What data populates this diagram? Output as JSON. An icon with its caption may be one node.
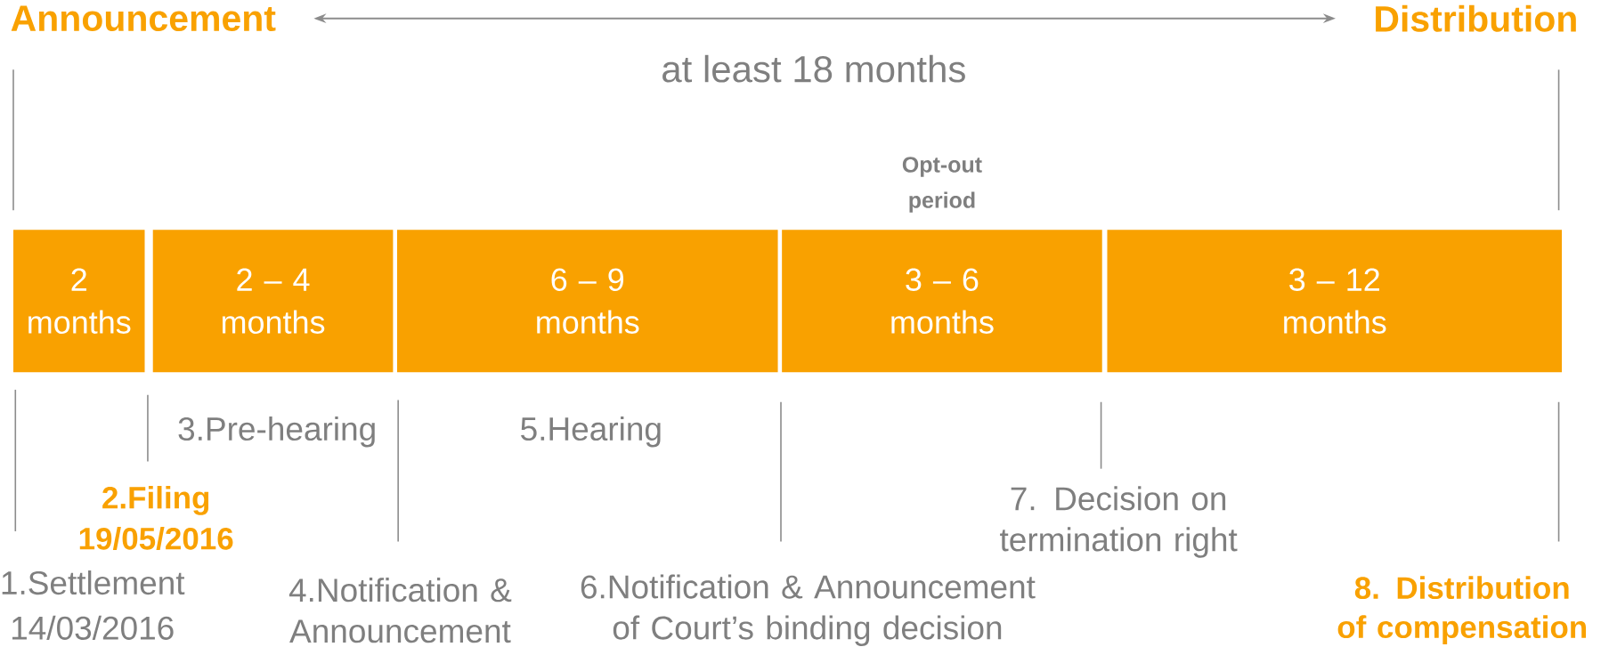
{
  "diagram": {
    "nodes": [
      {
        "text": [
          "Announcement"
        ]
      },
      {
        "text": [
          "Distribution"
        ]
      },
      {
        "text": [
          "2 months"
        ]
      },
      {
        "text": [
          "2 – 4 months"
        ]
      },
      {
        "text": [
          "6 – 9 months"
        ]
      },
      {
        "text": [
          "3 – 6 months"
        ],
        "beside": [
          "Opt-out period"
        ]
      },
      {
        "text": [
          "3 – 12 months"
        ]
      }
    ],
    "edges": [
      {
        "from": 0,
        "to": 1,
        "arrow": "both"
      }
    ],
    "labels": [
      "at least 18 months",
      "3.Pre-hearing",
      "5.Hearing",
      "2.Filing",
      "19/05/2016",
      "7. Decision on termination right",
      "1.Settlement",
      "4.Notification & Announcement",
      "6.Notification & Announcement of Court’s binding decision",
      "8. Distribution of compensation",
      "14/03/2016"
    ]
  }
}
